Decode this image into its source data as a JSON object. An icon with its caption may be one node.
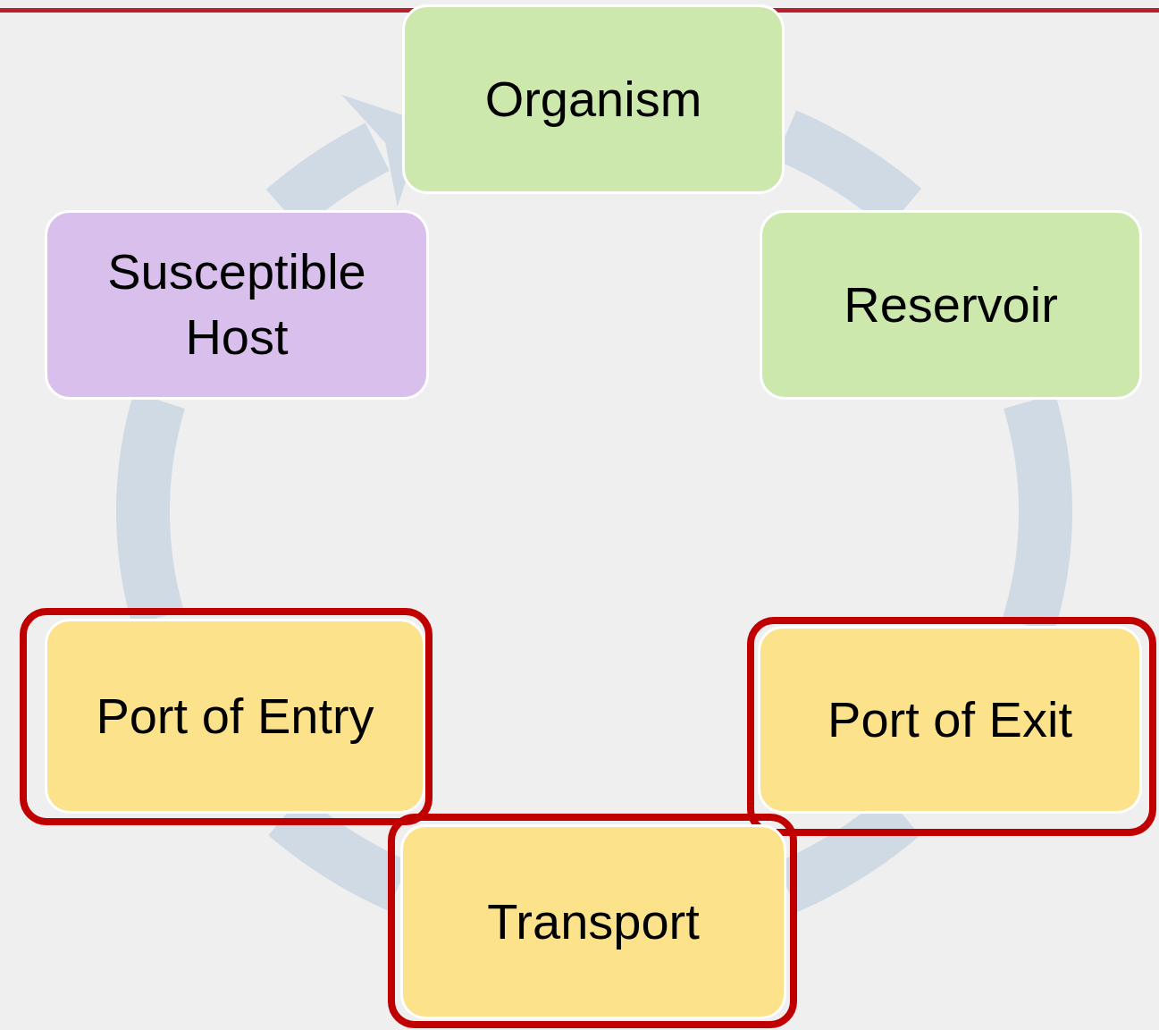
{
  "diagram": {
    "nodes": [
      {
        "text": [
          "Organism"
        ]
      },
      {
        "text": [
          "Reservoir"
        ]
      },
      {
        "text": [],
        "shape": "box"
      },
      {
        "text": [
          "Port of Exit"
        ],
        "in": 2
      },
      {
        "text": [],
        "shape": "box"
      },
      {
        "text": [
          "Transport"
        ],
        "in": 4
      },
      {
        "text": [],
        "shape": "box"
      },
      {
        "text": [
          "Port of Entry"
        ],
        "in": 6
      },
      {
        "text": [
          "Susceptible Host"
        ]
      }
    ],
    "edges": [
      {
        "from": 0,
        "to": 1,
        "arrow": "none"
      },
      {
        "from": 1,
        "to": 3,
        "arrow": "none"
      },
      {
        "from": 3,
        "to": 5,
        "arrow": "none"
      },
      {
        "from": 5,
        "to": 7,
        "arrow": "none"
      },
      {
        "from": 7,
        "to": 8,
        "arrow": "none"
      },
      {
        "from": 8,
        "to": 0,
        "arrow": "to"
      }
    ]
  }
}
